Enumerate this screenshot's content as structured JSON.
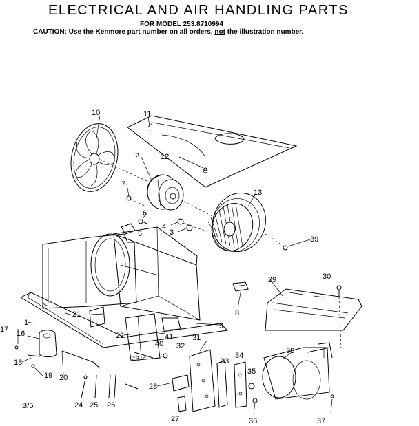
{
  "header": {
    "title": "ELECTRICAL AND AIR HANDLING PARTS",
    "model": "FOR MODEL 253.8710994",
    "caution_prefix": "CAUTION: Use the Kenmore part number on all orders,",
    "caution_not": "not",
    "caution_suffix": "the illustration number."
  },
  "footer_code": "B/5",
  "callouts": [
    "10",
    "11",
    "2",
    "12",
    "13",
    "7",
    "6",
    "5",
    "4",
    "3",
    "39",
    "29",
    "30",
    "8",
    "21",
    "9",
    "22",
    "41",
    "40",
    "32",
    "31",
    "38",
    "17",
    "16",
    "18",
    "19",
    "20",
    "23",
    "33",
    "34",
    "35",
    "37",
    "36",
    "27",
    "28",
    "24",
    "25",
    "26",
    "1"
  ]
}
